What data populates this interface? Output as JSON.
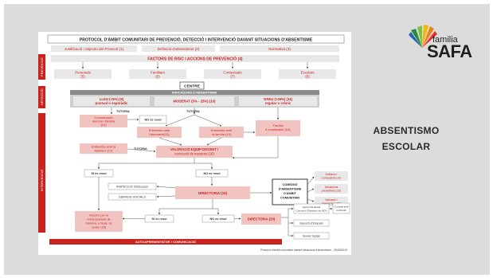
{
  "heading": {
    "line1": "ABSENTISMO",
    "line2": "ESCOLAR"
  },
  "logo": {
    "small": "familia",
    "big": "SAFA",
    "ray_colors": [
      "#2e8b3e",
      "#f2b705",
      "#e0312b",
      "#1f66b3",
      "#7fc242",
      "#f07f1a"
    ]
  },
  "colors": {
    "red": "#c8231f",
    "pink": "#f2c4c1",
    "grey": "#e5e5e5",
    "grey_dark": "#cfcfcf",
    "line": "#555555",
    "text_red": "#c8231f",
    "text_dark": "#333333"
  },
  "flowchart": {
    "title": "PROTOCOL D'ÀMBIT COMUNITARI DE PREVENCIÓ, DETECCIÓ I INTERVENCIÓ DAVANT SITUACIONS D'ABSENTISME",
    "top_row": [
      "Justificació i objectiu del Protocol (1)",
      "Definició d'absentisme (2)",
      "Normativa (3)"
    ],
    "factors_title": "FACTORS DE RISC I ACCIONS DE PREVENCIÓ (4)",
    "factors": [
      {
        "label": "Personals",
        "num": "(5)"
      },
      {
        "label": "Familiars",
        "num": "(6)"
      },
      {
        "label": "Contextuals",
        "num": "(7)"
      },
      {
        "label": "Escolars",
        "num": "(8)"
      }
    ],
    "side": [
      "PREVENCIÓ",
      "DETECCIÓ",
      "INTERVENCIÓ"
    ],
    "centre": "CENTRE",
    "indicadors": "INDICADORS D'ABSENTISME",
    "levels": [
      {
        "line1": "LLEU (<5%) (9)",
        "line2": "puntual o esporàdic"
      },
      {
        "line1": "MODERAT (5% - 25%) (10)",
        "line2": ""
      },
      {
        "line1": "GREU (>25%) (11)",
        "line2": "regular o crònic"
      }
    ],
    "tutoria": "TUTORIA",
    "comunicacio": {
      "line1": "Comunicació",
      "line2": "alumne i família",
      "line3": "(12)"
    },
    "no_es_resol": "NO es resol",
    "si_es_resol": "SI es resol",
    "entrevista_alumne": {
      "line1": "Entrevista amb",
      "line2": "l'alumne/a(13)"
    },
    "entrevista_familia": {
      "line1": "Entrevista amb",
      "line2": "la família (14)"
    },
    "familia_localitzable": {
      "line1": "Família",
      "line2": "il·localitzable (15)"
    },
    "entrevista_familia2": {
      "line1": "Entrevista amb la",
      "line2": "família II (17)"
    },
    "valoracio": {
      "line1": "VALORACIÓ EQUIP DOCENT /",
      "line2": "concreció de mesures (16)"
    },
    "inspeccio": "INSPECCIÓ d'Educació",
    "serveis_socials": "SERVEIS SOCIALS",
    "directoria_19": "DIRECTORIA (19)",
    "directoria_20": "DIRECTORIA (20)",
    "comissio": {
      "line1": "COMISSIÓ",
      "line2": "D'ABSENTISME",
      "line3": "D'ÀMBIT",
      "line4": "COMUNITARI"
    },
    "comissio_right": [
      {
        "line1": "Definició /",
        "line2": "Composició (21)"
      },
      {
        "line1": "Actuacions",
        "line2": "preventives (22)"
      },
      {
        "line1": "Valoració /",
        "line2": "Intervenció (23)"
      }
    ],
    "accions": {
      "line1": "Accions per la",
      "line2": "reincorporació de",
      "line3": "l'alumne a l'aula i al",
      "line4": "centre (18)"
    },
    "bottom_services": [
      {
        "line1": "Servei Territorial",
        "line2": "Consorci i Educació de BCN"
      },
      {
        "line1": "Inspecció d'Educació",
        "line2": ""
      },
      {
        "line1": "Serveis Socials",
        "line2": ""
      }
    ],
    "consulta": {
      "line1": "Consulta amb",
      "line2": "la DGAIA"
    },
    "autoaprenentatge": "AUTOAPRENENTATGE / COMUNICACIÓ",
    "footer": "Protocol d'àmbit comunitari davant situacions d'absentisme - 25/09/2019"
  }
}
